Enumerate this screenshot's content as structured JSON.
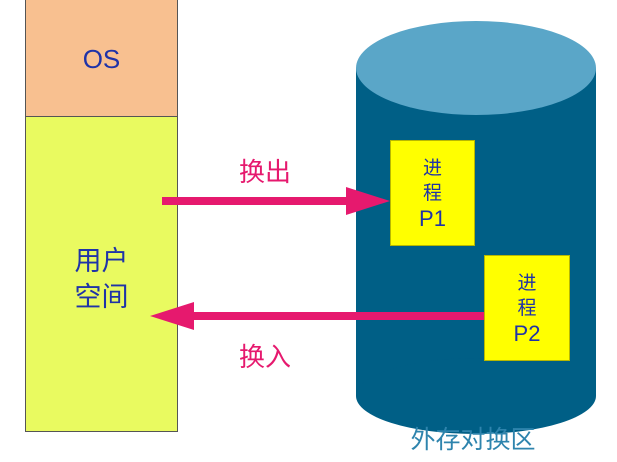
{
  "memory": {
    "os_label": "OS",
    "user_space_label_line1": "用户",
    "user_space_label_line2": "空间"
  },
  "arrows": {
    "swap_out_label": "换出",
    "swap_in_label": "换入"
  },
  "swap_area": {
    "label": "外存对换区",
    "processes": [
      {
        "line1": "进",
        "line2": "程",
        "id": "P1"
      },
      {
        "line1": "进",
        "line2": "程",
        "id": "P2"
      }
    ]
  },
  "colors": {
    "os_region": "#f8c090",
    "user_region": "#e9fa60",
    "cylinder_body": "#005f86",
    "cylinder_top": "#5aa6c8",
    "arrow": "#e6196e",
    "process_box": "#ffff00",
    "text_blue": "#1f33a8",
    "store_label": "#2e84ad"
  }
}
